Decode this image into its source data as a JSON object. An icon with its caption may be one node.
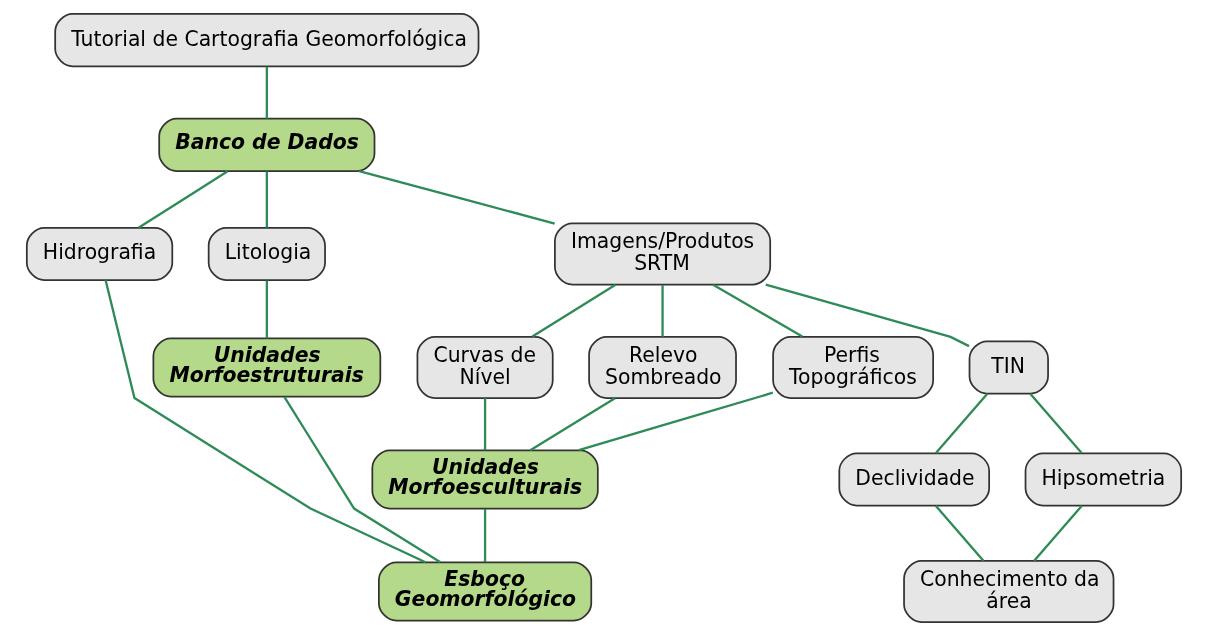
{
  "diagram": {
    "nodes": [
      {
        "text": [
          "Tutorial de Cartografia Geomorfológica"
        ]
      },
      {
        "text": [
          "Banco de Dados"
        ]
      },
      {
        "text": [
          "Hidrografia"
        ]
      },
      {
        "text": [
          "Litologia"
        ]
      },
      {
        "text": [
          "Imagens/Produtos SRTM"
        ]
      },
      {
        "text": [
          "Unidades Morfoestruturais"
        ]
      },
      {
        "text": [
          "Curvas de Nível"
        ]
      },
      {
        "text": [
          "Relevo Sombreado"
        ]
      },
      {
        "text": [
          "Perfis Topográficos"
        ]
      },
      {
        "text": [
          "TIN"
        ]
      },
      {
        "text": [
          "Unidades Morfoesculturais"
        ]
      },
      {
        "text": [
          "Declividade"
        ]
      },
      {
        "text": [
          "Hipsometria"
        ]
      },
      {
        "text": [
          "Esboço Geomorfológico"
        ]
      },
      {
        "text": [
          "Conhecimento da área"
        ]
      }
    ],
    "edges": [
      {
        "from": 0,
        "to": 1,
        "arrow": "none"
      },
      {
        "from": 1,
        "to": 2,
        "arrow": "none"
      },
      {
        "from": 1,
        "to": 3,
        "arrow": "none"
      },
      {
        "from": 1,
        "to": 4,
        "arrow": "none"
      },
      {
        "from": 3,
        "to": 5,
        "arrow": "none"
      },
      {
        "from": 4,
        "to": 6,
        "arrow": "none"
      },
      {
        "from": 4,
        "to": 7,
        "arrow": "none"
      },
      {
        "from": 4,
        "to": 8,
        "arrow": "none"
      },
      {
        "from": 4,
        "to": 9,
        "arrow": "none"
      },
      {
        "from": 6,
        "to": 10,
        "arrow": "none"
      },
      {
        "from": 7,
        "to": 10,
        "arrow": "none"
      },
      {
        "from": 8,
        "to": 10,
        "arrow": "none"
      },
      {
        "from": 9,
        "to": 11,
        "arrow": "none"
      },
      {
        "from": 9,
        "to": 12,
        "arrow": "none"
      },
      {
        "from": 2,
        "to": 13,
        "arrow": "none"
      },
      {
        "from": 5,
        "to": 13,
        "arrow": "none"
      },
      {
        "from": 10,
        "to": 13,
        "arrow": "none"
      },
      {
        "from": 11,
        "to": 14,
        "arrow": "none"
      },
      {
        "from": 12,
        "to": 14,
        "arrow": "none"
      }
    ]
  }
}
